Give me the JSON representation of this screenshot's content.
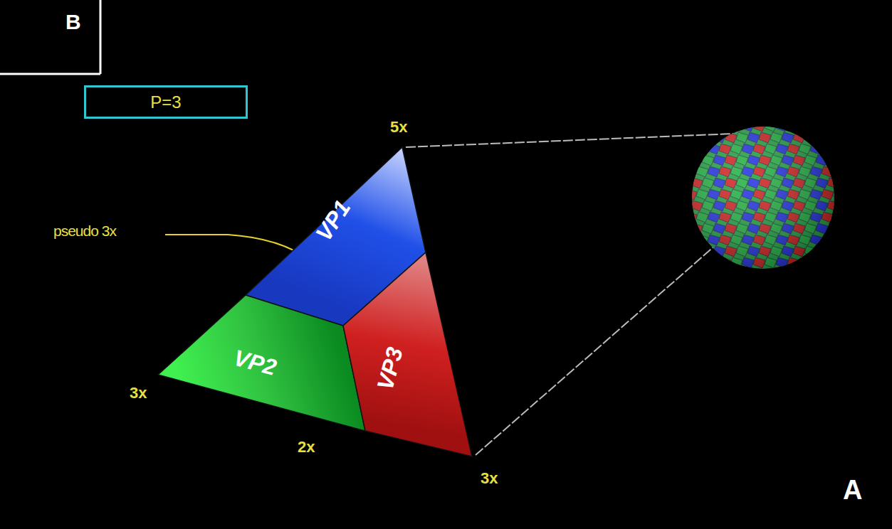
{
  "diagram": {
    "nodes": [
      {
        "text": [
          "B"
        ]
      },
      {
        "text": [
          "P=3"
        ]
      },
      {
        "text": [
          "VP1"
        ]
      },
      {
        "text": [
          "VP2"
        ]
      },
      {
        "text": [
          "VP3"
        ]
      }
    ],
    "labels": [
      "5x",
      "pseudo 3x",
      "3x",
      "2x",
      "3x",
      "A"
    ]
  }
}
